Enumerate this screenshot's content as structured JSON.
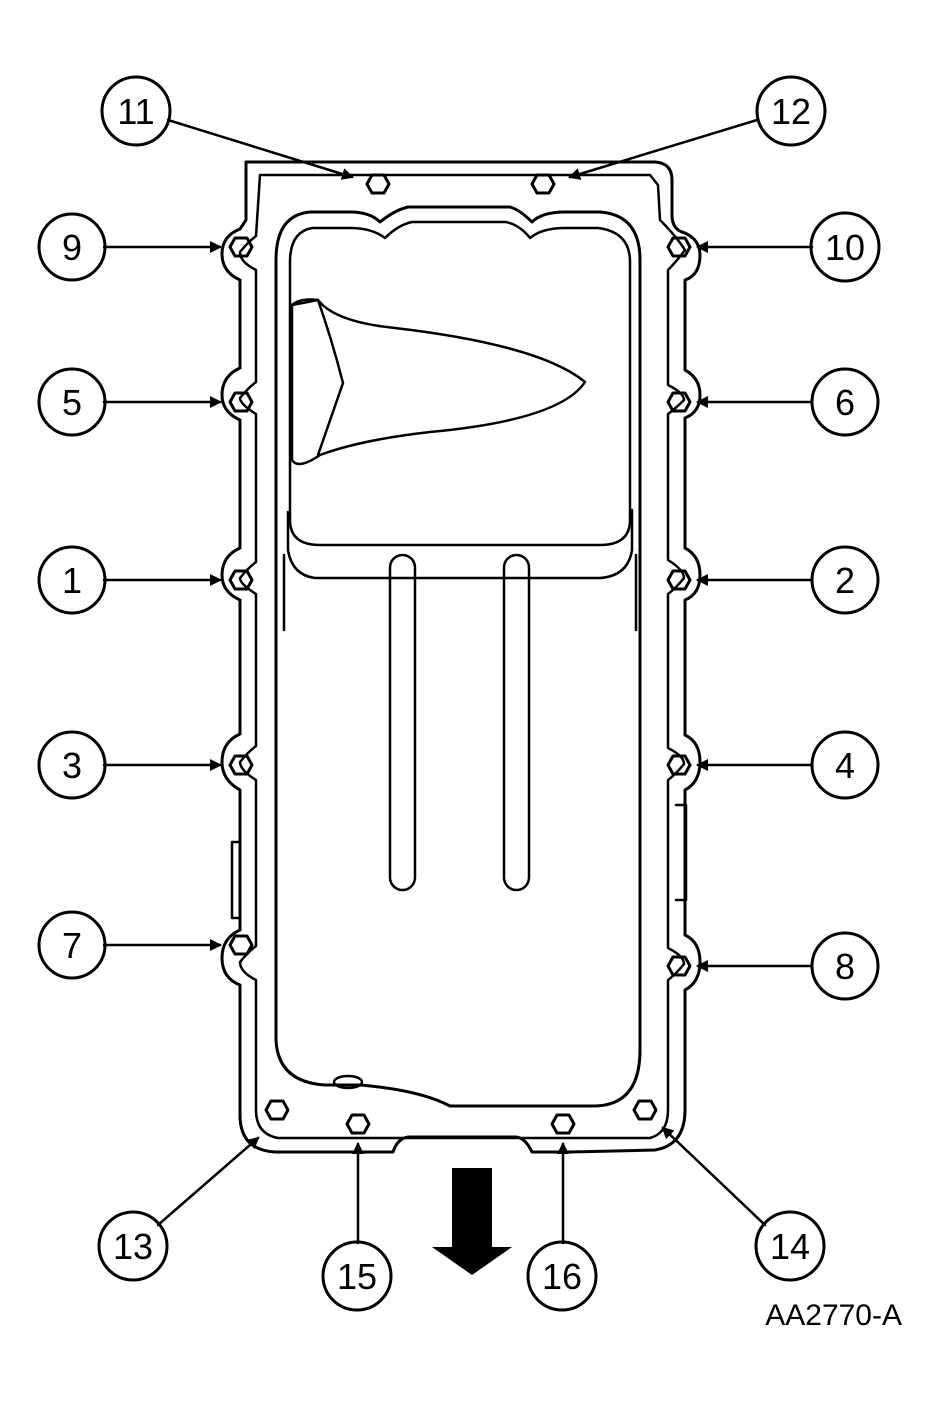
{
  "figure_id": "AA2770-A",
  "callouts": [
    {
      "label": "1"
    },
    {
      "label": "2"
    },
    {
      "label": "3"
    },
    {
      "label": "4"
    },
    {
      "label": "5"
    },
    {
      "label": "6"
    },
    {
      "label": "7"
    },
    {
      "label": "8"
    },
    {
      "label": "9"
    },
    {
      "label": "10"
    },
    {
      "label": "11"
    },
    {
      "label": "12"
    },
    {
      "label": "13"
    },
    {
      "label": "14"
    },
    {
      "label": "15"
    },
    {
      "label": "16"
    }
  ],
  "colors": {
    "ink": "#000000",
    "paper": "#ffffff"
  },
  "icons": {
    "bolt": "hex-bolt-icon",
    "direction": "front-direction-arrow-icon"
  }
}
